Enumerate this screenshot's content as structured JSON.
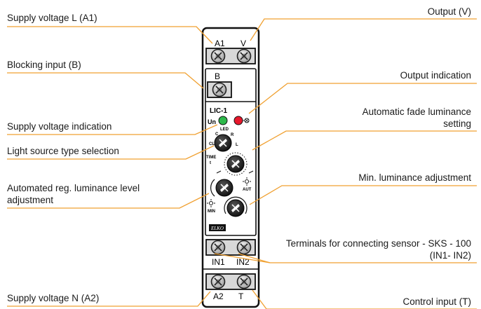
{
  "labels": {
    "supply_l": "Supply voltage L (A1)",
    "output_v": "Output (V)",
    "blocking": "Blocking input (B)",
    "output_ind": "Output indication",
    "supply_ind": "Supply voltage indication",
    "fade_1": "Automatic fade luminance",
    "fade_2": "setting",
    "light_src": "Light source type selection",
    "min_lum": "Min. luminance adjustment",
    "auto_reg_1": "Automated reg. luminance level",
    "auto_reg_2": "adjustment",
    "sensor_1": "Terminals for connecting sensor - SKS - 100",
    "sensor_2": "(IN1- IN2)",
    "supply_n": "Supply voltage N (A2)",
    "control": "Control input (T)"
  },
  "device": {
    "model": "LIC-1",
    "t_a1": "A1",
    "t_v": "V",
    "t_b": "B",
    "t_in1": "IN1",
    "t_in2": "IN2",
    "t_a2": "A2",
    "t_t": "T",
    "un": "Un",
    "led": "LED",
    "sel_l": "L",
    "sel_r": "R",
    "sel_c": "C",
    "sel_cl": "CL",
    "time": "TIME",
    "time_t": "t",
    "aut": "AUT",
    "min": "MIN",
    "brand": "ELKO"
  },
  "colors": {
    "line": "#f0a030",
    "led_green": "#2db84a",
    "led_red": "#e8182c",
    "body": "#ffffff",
    "terminal": "#c8c8c8"
  }
}
